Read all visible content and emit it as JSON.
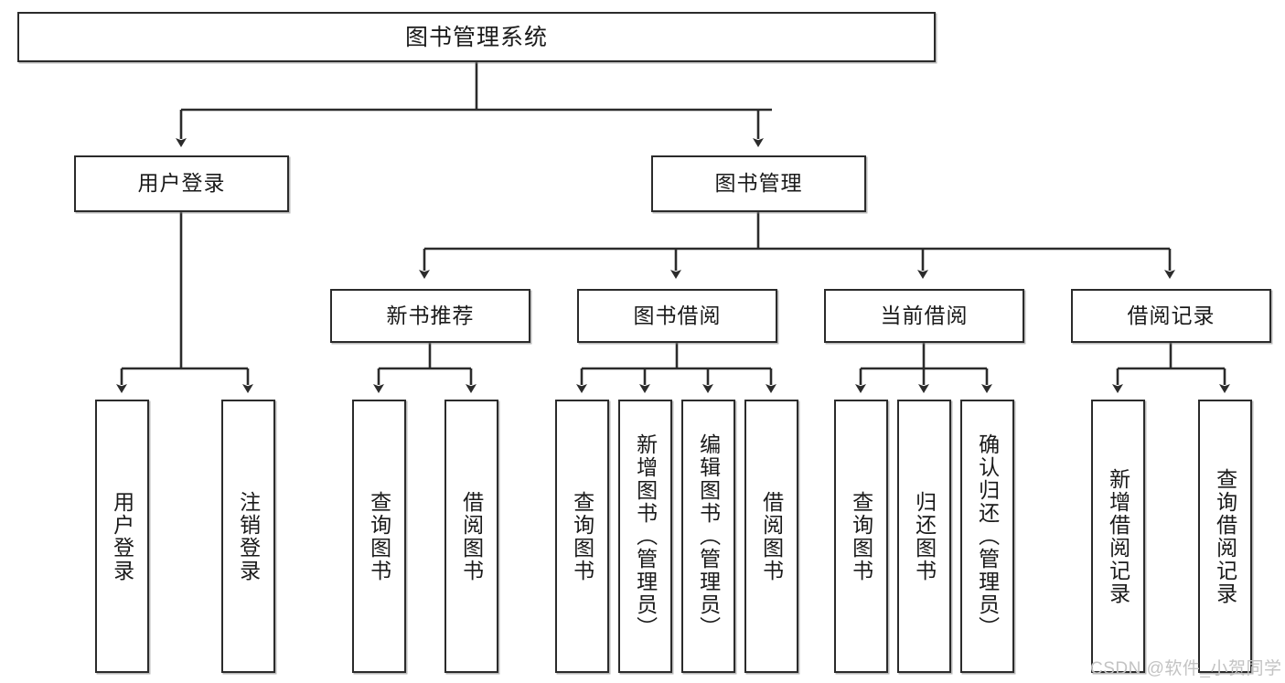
{
  "diagram": {
    "title": "图书管理系统",
    "type": "tree",
    "levels": 4,
    "root": {
      "id": "root",
      "label": "图书管理系统"
    },
    "level2": [
      {
        "id": "user-login",
        "label": "用户登录"
      },
      {
        "id": "book-manage",
        "label": "图书管理"
      }
    ],
    "level3": [
      {
        "id": "new-book-rec",
        "label": "新书推荐",
        "parent": "book-manage"
      },
      {
        "id": "book-borrow",
        "label": "图书借阅",
        "parent": "book-manage"
      },
      {
        "id": "current-borrow",
        "label": "当前借阅",
        "parent": "book-manage"
      },
      {
        "id": "borrow-record",
        "label": "借阅记录",
        "parent": "book-manage"
      }
    ],
    "leaves": [
      {
        "id": "leaf-user-login",
        "label": "用户登录",
        "parent": "user-login"
      },
      {
        "id": "leaf-logout",
        "label": "注销登录",
        "parent": "user-login"
      },
      {
        "id": "leaf-query-book-1",
        "label": "查询图书",
        "parent": "new-book-rec"
      },
      {
        "id": "leaf-borrow-book-1",
        "label": "借阅图书",
        "parent": "new-book-rec"
      },
      {
        "id": "leaf-query-book-2",
        "label": "查询图书",
        "parent": "book-borrow"
      },
      {
        "id": "leaf-add-book",
        "label": "新增图书（管理员）",
        "parent": "book-borrow"
      },
      {
        "id": "leaf-edit-book",
        "label": "编辑图书（管理员）",
        "parent": "book-borrow"
      },
      {
        "id": "leaf-borrow-book-2",
        "label": "借阅图书",
        "parent": "book-borrow"
      },
      {
        "id": "leaf-query-book-3",
        "label": "查询图书",
        "parent": "current-borrow"
      },
      {
        "id": "leaf-return-book",
        "label": "归还图书",
        "parent": "current-borrow"
      },
      {
        "id": "leaf-confirm-return",
        "label": "确认归还（管理员）",
        "parent": "current-borrow"
      },
      {
        "id": "leaf-add-record",
        "label": "新增借阅记录",
        "parent": "borrow-record"
      },
      {
        "id": "leaf-query-record",
        "label": "查询借阅记录",
        "parent": "borrow-record"
      }
    ]
  },
  "watermark": {
    "text": "CSDN @软件_小贺同学"
  },
  "colors": {
    "box_border": "#2b2b2b",
    "box_fill": "#ffffff",
    "edge": "#2b2b2b",
    "text": "#1a1a1a",
    "watermark": "#c3c3c3",
    "background": "#ffffff"
  }
}
